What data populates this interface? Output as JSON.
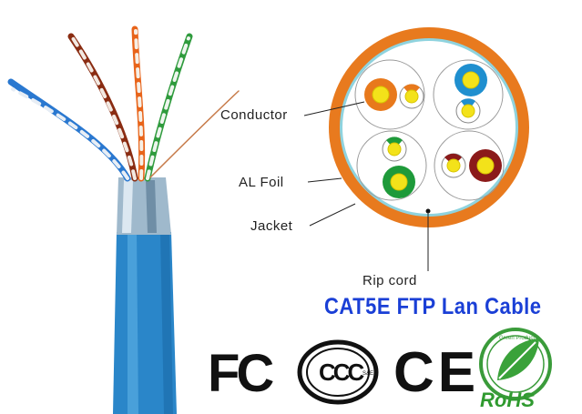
{
  "diagram": {
    "labels": {
      "conductor": "Conductor",
      "al_foil": "AL Foil",
      "jacket": "Jacket",
      "rip_cord": "Rip cord"
    },
    "title": "CAT5E  FTP Lan Cable",
    "colors": {
      "jacket": "#e87a1e",
      "cable_blue": "#2a86c9",
      "title_blue": "#1a3fd6",
      "conductor_yellow": "#f3e21a",
      "pair_orange": "#e8791c",
      "pair_blue": "#1f8fcf",
      "pair_green": "#1e9a3a",
      "pair_brown": "#8b1a1a"
    }
  },
  "certifications": {
    "fc": "FC",
    "ccc": "CCC",
    "ccc_sub": "S&E",
    "ce": "CE",
    "rohs": "RoHS",
    "rohs_ring": "Green Product"
  }
}
